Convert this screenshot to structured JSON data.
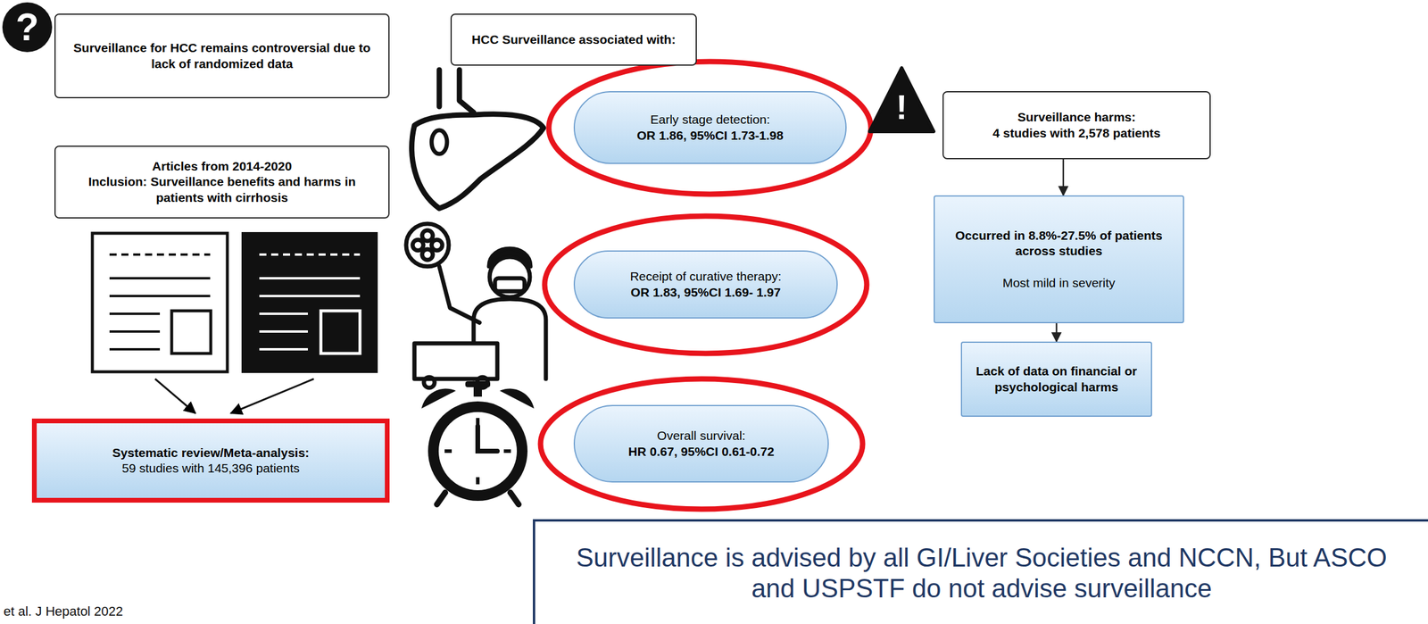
{
  "diagram": {
    "nodes": [
      {
        "text": [
          "Surveillance for HCC remains controversial due to lack of randomized data"
        ]
      },
      {
        "text": [
          "Articles from 2014-2020",
          "Inclusion: Surveillance benefits and harms in patients with cirrhosis"
        ]
      },
      {
        "text": [
          "Systematic review/Meta-analysis:",
          "59 studies with 145,396 patients"
        ]
      },
      {
        "text": [
          "HCC Surveillance associated with:"
        ]
      },
      {
        "text": [
          "Early stage detection:",
          "OR 1.86, 95%CI 1.73-1.98"
        ]
      },
      {
        "text": [
          "Receipt of curative therapy:",
          "OR 1.83, 95%CI 1.69- 1.97"
        ]
      },
      {
        "text": [
          "Overall survival:",
          "HR 0.67, 95%CI 0.61-0.72"
        ]
      },
      {
        "text": [
          "Surveillance harms:",
          "4 studies with 2,578 patients"
        ]
      },
      {
        "text": [
          "Occurred in 8.8%-27.5% of patients across studies",
          "Most mild in severity"
        ]
      },
      {
        "text": [
          "Lack of data on financial or psychological harms"
        ]
      },
      {
        "text": [
          "Surveillance is advised by all GI/Liver Societies and NCCN, But ASCO and USPSTF do not advise surveillance"
        ]
      }
    ],
    "edges": [
      {
        "from": 7,
        "to": 8,
        "arrow": "to"
      },
      {
        "from": 8,
        "to": 9,
        "arrow": "to"
      }
    ],
    "labels": [
      "?",
      "!",
      "et al. J Hepatol 2022"
    ]
  }
}
